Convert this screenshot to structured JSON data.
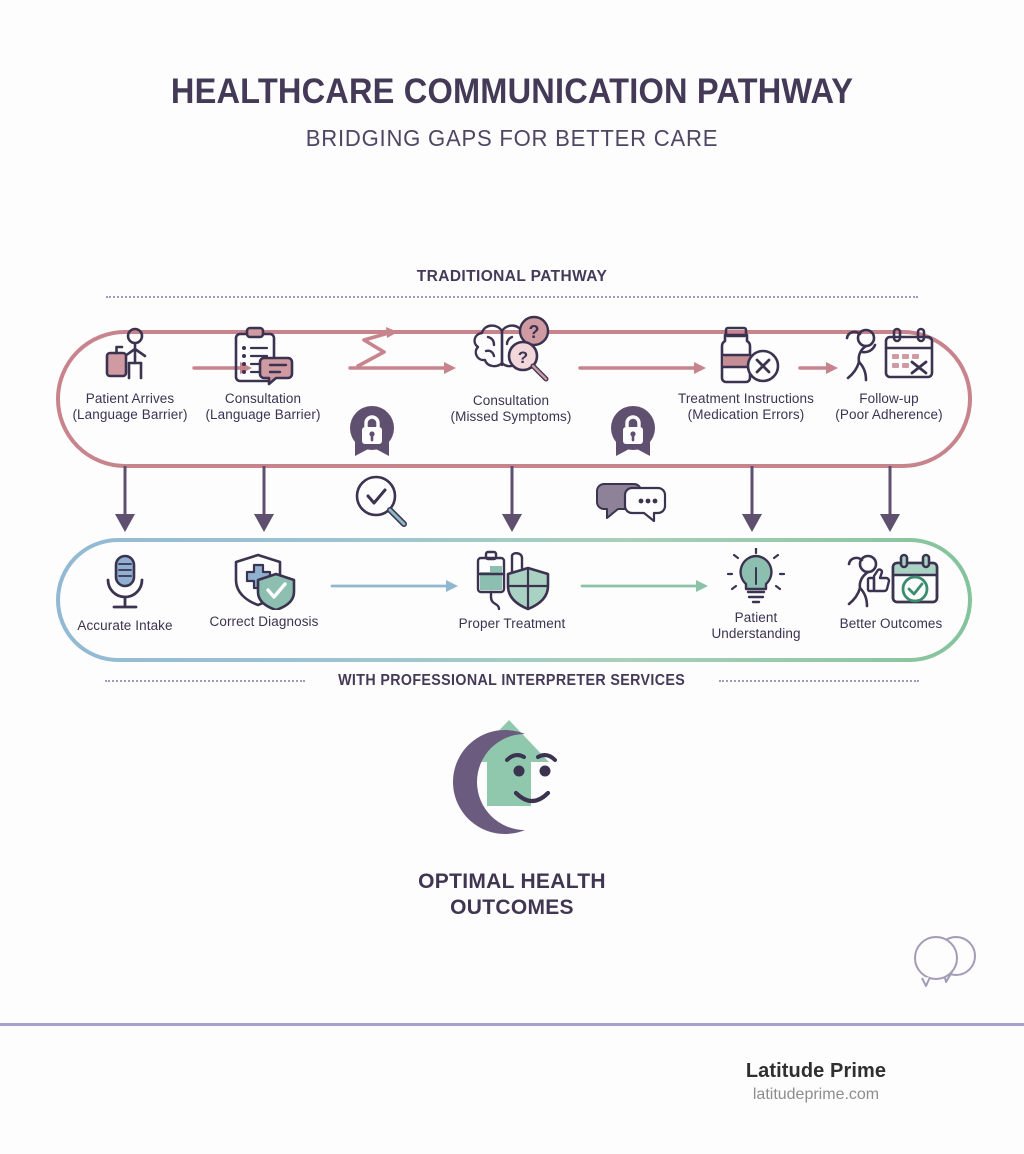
{
  "header": {
    "title": "HEALTHCARE COMMUNICATION PATHWAY",
    "subtitle": "BRIDGING GAPS FOR BETTER CARE"
  },
  "sections": {
    "traditional_label": "TRADITIONAL PATHWAY",
    "interpreter_label": "WITH PROFESSIONAL INTERPRETER SERVICES"
  },
  "traditional_steps": [
    {
      "label": "Patient Arrives\n(Language Barrier)",
      "icon": "traveler-with-suitcase-icon"
    },
    {
      "label": "Consultation\n(Language Barrier)",
      "icon": "clipboard-speech-bubble-icon"
    },
    {
      "label": "Consultation\n(Missed Symptoms)",
      "icon": "brain-question-magnifier-icon"
    },
    {
      "label": "Treatment Instructions\n(Medication Errors)",
      "icon": "pill-bottle-error-icon"
    },
    {
      "label": "Follow-up\n(Poor Adherence)",
      "icon": "confused-person-calendar-x-icon"
    }
  ],
  "interpreter_steps": [
    {
      "label": "Accurate Intake",
      "icon": "microphone-icon"
    },
    {
      "label": "Correct Diagnosis",
      "icon": "shield-cross-check-icon"
    },
    {
      "label": "Proper Treatment",
      "icon": "iv-bag-shield-icon"
    },
    {
      "label": "Patient\nUnderstanding",
      "icon": "lightbulb-icon"
    },
    {
      "label": "Better Outcomes",
      "icon": "thumbs-up-person-calendar-check-icon"
    }
  ],
  "barriers": [
    {
      "name": "lock-badge-left",
      "icon": "lock-icon",
      "sub_icon": "magnifier-check-icon"
    },
    {
      "name": "lock-badge-right",
      "icon": "lock-icon",
      "sub_icon": "speech-bubbles-icon"
    }
  ],
  "outcome": {
    "title": "OPTIMAL HEALTH\nOUTCOMES",
    "icon": "crescent-smiley-up-arrow-icon"
  },
  "footer": {
    "brand": "Latitude Prime",
    "url": "latitudeprime.com",
    "watermark_icon": "speech-bubbles-icon"
  },
  "colors": {
    "background": "#fdfdfe",
    "ink": "#3d3551",
    "traditional": "#c8848c",
    "purple": "#5f5070",
    "blue": "#92b9d4",
    "green": "#84c39b",
    "footer_rule": "#a7a2cd"
  }
}
